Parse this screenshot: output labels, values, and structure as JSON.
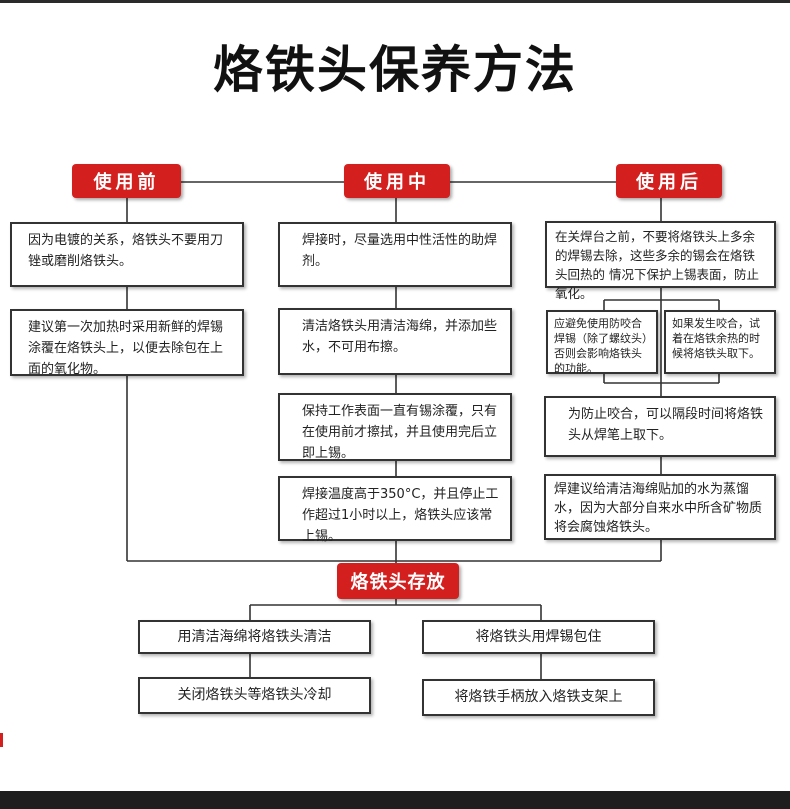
{
  "title": "烙铁头保养方法",
  "headers": {
    "before": "使用前",
    "during": "使用中",
    "after": "使用后",
    "storage": "烙铁头存放"
  },
  "before": {
    "box1": "因为电镀的关系，烙铁头不要用刀锉或磨削烙铁头。",
    "box2": "建议第一次加热时采用新鲜的焊锡涂覆在烙铁头上，以便去除包在上面的氧化物。"
  },
  "during": {
    "box1": "焊接时，尽量选用中性活性的助焊剂。",
    "box2": "清洁烙铁头用清洁海绵，并添加些水，不可用布擦。",
    "box3": "保持工作表面一直有锡涂覆，只有在使用前才擦拭，并且使用完后立即上锡。",
    "box4": "焊接温度高于350°C，并且停止工作超过1小时以上，烙铁头应该常上锡。"
  },
  "after": {
    "box1": "在关焊台之前，不要将烙铁头上多余的焊锡去除，这些多余的锡会在烙铁头回热的 情况下保护上锡表面，防止氧化。",
    "sub_left": "应避免使用防咬合焊锡（除了螺纹头）否则会影响烙铁头的功能。",
    "sub_right": "如果发生咬合，试着在烙铁余热的时候将烙铁头取下。",
    "box3": "为防止咬合，可以隔段时间将烙铁头从焊笔上取下。",
    "box4": "焊建议给清洁海绵贴加的水为蒸馏水，因为大部分自来水中所含矿物质将会腐蚀烙铁头。"
  },
  "storage": {
    "left1": "用清洁海绵将烙铁头清洁",
    "left2": "关闭烙铁头等烙铁头冷却",
    "right1": "将烙铁头用焊锡包住",
    "right2": "将烙铁手柄放入烙铁支架上"
  },
  "colors": {
    "header_bg": "#d41f1f",
    "line": "#333333",
    "bottom_bar": "#1e1e1e"
  }
}
